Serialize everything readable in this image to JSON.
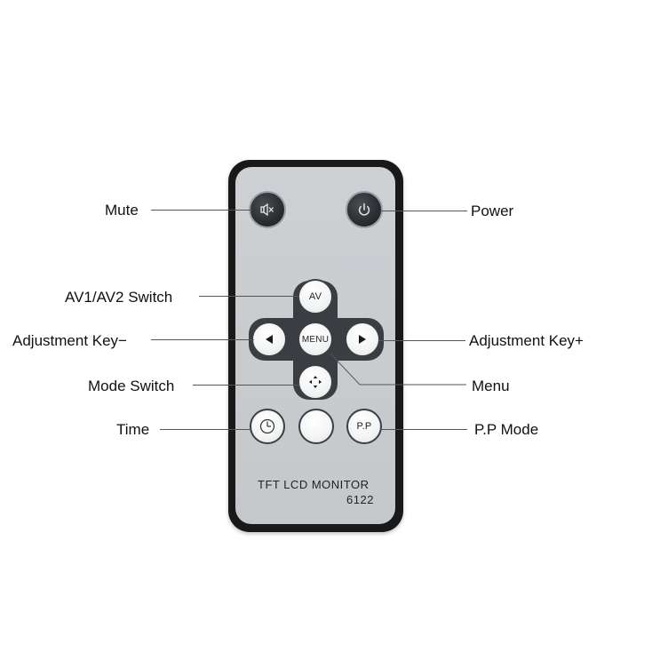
{
  "remote": {
    "model_name": "TFT LCD MONITOR",
    "model_number": "6122",
    "buttons": {
      "av": "AV",
      "menu": "MENU",
      "pp": "P.P"
    }
  },
  "callouts": {
    "mute": "Mute",
    "power": "Power",
    "av_switch": "AV1/AV2 Switch",
    "adjust_minus": "Adjustment Key−",
    "adjust_plus": "Adjustment Key+",
    "mode_switch": "Mode Switch",
    "menu": "Menu",
    "time": "Time",
    "pp_mode": "P.P Mode"
  },
  "icons": {
    "mute": "speaker-muted-icon",
    "power": "power-icon",
    "left": "triangle-left-icon",
    "right": "triangle-right-icon",
    "mode": "four-way-arrows-icon",
    "time": "clock-icon"
  },
  "colors": {
    "remote_body": "#191919",
    "remote_face": "#c8cccf",
    "dark_button": "#2a2c30",
    "light_button": "#f4f5f5"
  }
}
